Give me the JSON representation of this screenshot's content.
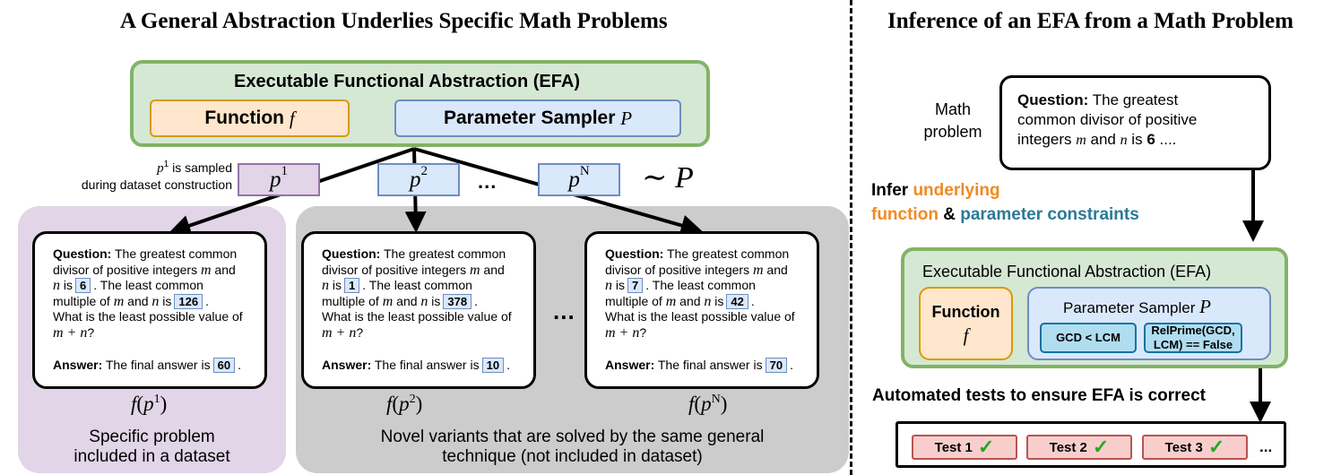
{
  "left_title": "A General Abstraction Underlies Specific Math Problems",
  "right_title": "Inference of an EFA from a Math Problem",
  "efa": {
    "title": "Executable Functional Abstraction (EFA)",
    "function_label": "Function",
    "function_symbol": "f",
    "param_label": "Parameter Sampler",
    "param_symbol": "P"
  },
  "samples": {
    "p1": {
      "base": "p",
      "sup": "1"
    },
    "p2": {
      "base": "p",
      "sup": "2"
    },
    "pN": {
      "base": "p",
      "sup": "N"
    },
    "ellipsis": "...",
    "distribution": "∼ P",
    "note_suffix_1": " is sampled",
    "note_line_2": "during dataset construction"
  },
  "questions": [
    {
      "gcd": "6",
      "lcm": "126",
      "answer": "60",
      "fp_sup": "1"
    },
    {
      "gcd": "1",
      "lcm": "378",
      "answer": "10",
      "fp_sup": "2"
    },
    {
      "gcd": "7",
      "lcm": "42",
      "answer": "70",
      "fp_sup": "N"
    }
  ],
  "question_text": {
    "q_label": "Question:",
    "line1": " The greatest common",
    "line2a": "divisor of positive integers ",
    "var_m": "m",
    "and": " and",
    "var_n": "n",
    "is": " is",
    "line3b": ". The least common",
    "line4a": "multiple of ",
    "and_mid": " and ",
    "is2": " is",
    "period": ".",
    "line5": "What is the least possible value of",
    "expr": "m + n",
    "qmark": "?",
    "a_label": "Answer:",
    "a_text": " The final answer is",
    "a_end": "."
  },
  "fp_label": {
    "f": "f",
    "open": "(",
    "p": "p",
    "close": ")"
  },
  "card_ellipsis": "...",
  "captions": {
    "specific_line1": "Specific problem",
    "specific_line2": "included in a dataset",
    "novel_line1": "Novel variants that are solved by the same general",
    "novel_line2": "technique (not included in dataset)"
  },
  "right": {
    "math_problem_line1": "Math",
    "math_problem_line2": "problem",
    "mq_label": "Question:",
    "mq_line1": " The greatest",
    "mq_line2": "common divisor of positive",
    "mq_line3a": "integers ",
    "mq_m": "m",
    "mq_and": " and ",
    "mq_n": "n",
    "mq_is": " is ",
    "mq_val": "6",
    "mq_end": " ....",
    "infer_word": "Infer ",
    "infer_underlying": "underlying",
    "infer_function": "function",
    "infer_amp": " & ",
    "infer_param": "parameter constraints",
    "efa_title": "Executable Functional Abstraction (EFA)",
    "func_label": "Function",
    "func_symbol": "f",
    "param_label": "Parameter Sampler ",
    "param_symbol": "P",
    "constraint1": "GCD < LCM",
    "constraint2_line1": "RelPrime(GCD,",
    "constraint2_line2": "LCM) == False",
    "tests_label": "Automated tests to ensure EFA is correct",
    "tests": [
      "Test 1",
      "Test 2",
      "Test 3"
    ],
    "check": "✓",
    "tests_ellipsis": "..."
  }
}
